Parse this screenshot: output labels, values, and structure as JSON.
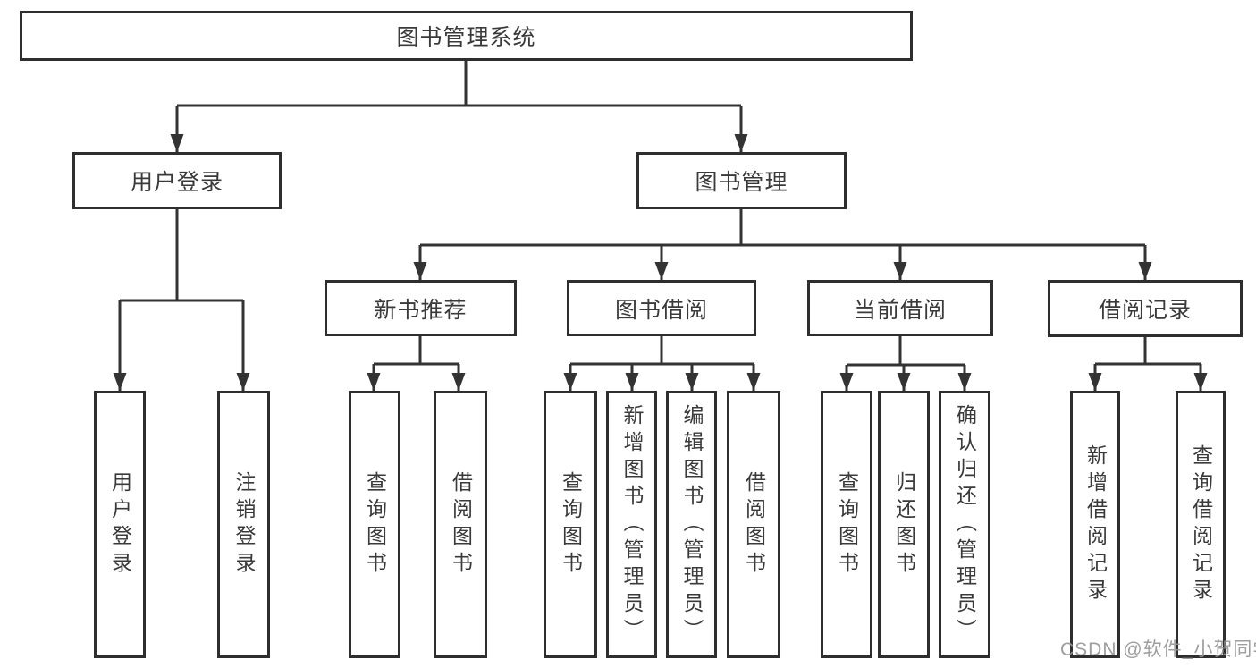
{
  "diagram": {
    "type": "hierarchy",
    "colors": {
      "line": "#333333",
      "box_border": "#2e2e2e",
      "box_fill": "#ffffff",
      "text": "#3a3a3a",
      "watermark": "#949494",
      "background": "#ffffff"
    },
    "tree": {
      "label": "图书管理系统",
      "children": [
        {
          "label": "用户登录",
          "children": [
            {
              "label": "用户登录"
            },
            {
              "label": "注销登录"
            }
          ]
        },
        {
          "label": "图书管理",
          "children": [
            {
              "label": "新书推荐",
              "children": [
                {
                  "label": "查询图书"
                },
                {
                  "label": "借阅图书"
                }
              ]
            },
            {
              "label": "图书借阅",
              "children": [
                {
                  "label": "查询图书"
                },
                {
                  "label": "新增图书（管理员）"
                },
                {
                  "label": "编辑图书（管理员）"
                },
                {
                  "label": "借阅图书"
                }
              ]
            },
            {
              "label": "当前借阅",
              "children": [
                {
                  "label": "查询图书"
                },
                {
                  "label": "归还图书"
                },
                {
                  "label": "确认归还（管理员）"
                }
              ]
            },
            {
              "label": "借阅记录",
              "children": [
                {
                  "label": "新增借阅记录"
                },
                {
                  "label": "查询借阅记录"
                }
              ]
            }
          ]
        }
      ]
    },
    "watermark": {
      "text": "CSDN @软件_小贺同学"
    }
  }
}
